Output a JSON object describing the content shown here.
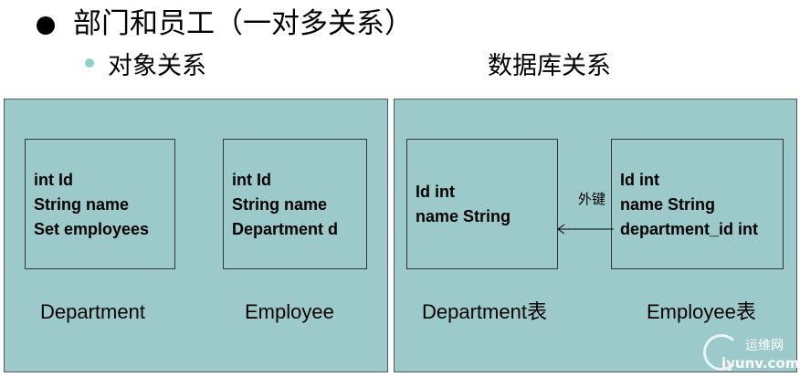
{
  "heading": {
    "title": "部门和员工（一对多关系）",
    "left_subtitle": "对象关系",
    "right_subtitle": "数据库关系"
  },
  "object_side": {
    "department": {
      "fields": [
        "int Id",
        "String name",
        "Set employees"
      ],
      "caption": "Department"
    },
    "employee": {
      "fields": [
        "int Id",
        "String name",
        "Department d"
      ],
      "caption": "Employee"
    }
  },
  "database_side": {
    "department_table": {
      "fields": [
        "Id int",
        "name String"
      ],
      "caption": "Department表"
    },
    "employee_table": {
      "fields": [
        "Id int",
        "name String",
        "department_id int"
      ],
      "caption": "Employee表"
    },
    "foreign_key_label": "外键"
  },
  "watermark": {
    "cn": "运维网",
    "en": "iyunv.com"
  },
  "colors": {
    "panel": "#9ccaca",
    "sub_bullet": "#8ecfcf"
  }
}
